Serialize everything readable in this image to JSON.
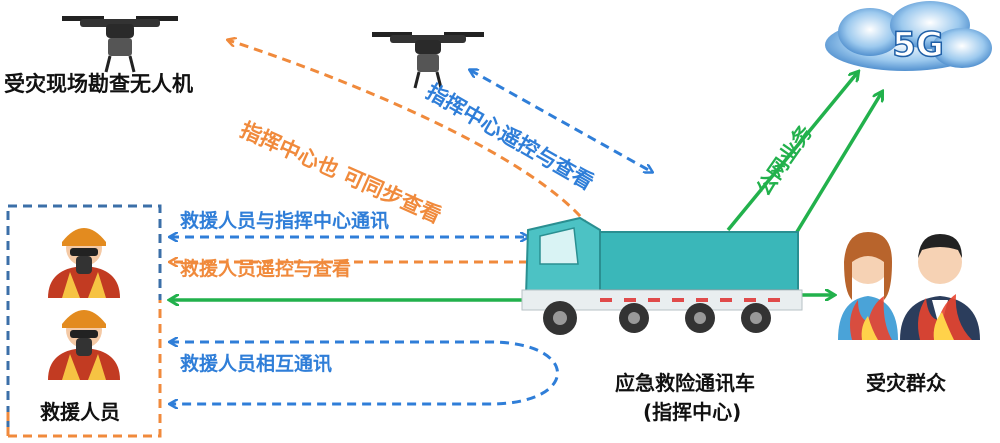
{
  "labels": {
    "drone_label": "受灾现场勘查无人机",
    "rescuers_label": "救援人员",
    "vehicle_label": "应急救险通讯车",
    "vehicle_sub": "(指挥中心)",
    "victims_label": "受灾群众",
    "network_badge": "5G"
  },
  "links": {
    "command_view": "指挥中心也 可同步查看",
    "command_remote": "指挥中心遥控与查看",
    "public_service": "公网业务",
    "rescuer_comm": "救援人员与指挥中心通讯",
    "rescuer_remote": "救援人员遥控与查看",
    "rescuer_mutual": "救援人员相互通讯"
  },
  "colors": {
    "blue": "#2f7ed8",
    "orange": "#f08a3c",
    "green": "#22b14c",
    "truck": "#3ab7b9",
    "cloud": "#6fa8dc"
  }
}
